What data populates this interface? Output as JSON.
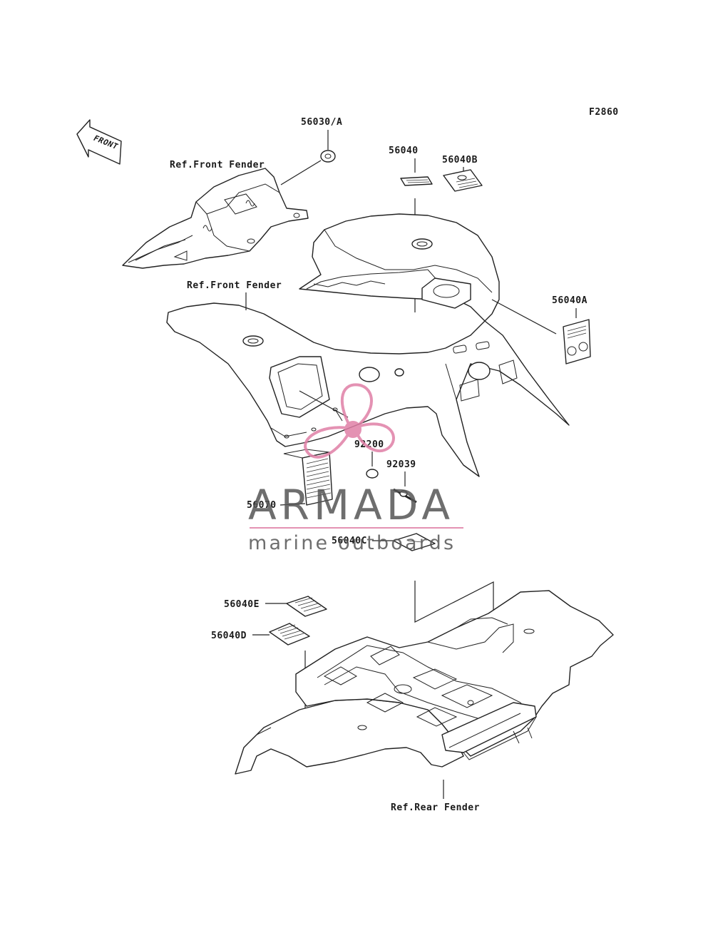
{
  "diagram": {
    "figure_code": "F2860",
    "front_arrow_label": "FRONT",
    "labels": {
      "p56030A": "56030/A",
      "p56040": "56040",
      "p56040B": "56040B",
      "p56040A": "56040A",
      "p92200": "92200",
      "p92039": "92039",
      "p56070": "56070",
      "p56040C": "56040C",
      "p56040E": "56040E",
      "p56040D": "56040D",
      "ref_front_fender_1": "Ref.Front Fender",
      "ref_front_fender_2": "Ref.Front Fender",
      "ref_rear_fender": "Ref.Rear Fender"
    }
  },
  "watermark": {
    "brand": "ARMADA",
    "tagline": "marine outboards",
    "color_primary": "#555555",
    "color_accent": "#e07fa6"
  }
}
